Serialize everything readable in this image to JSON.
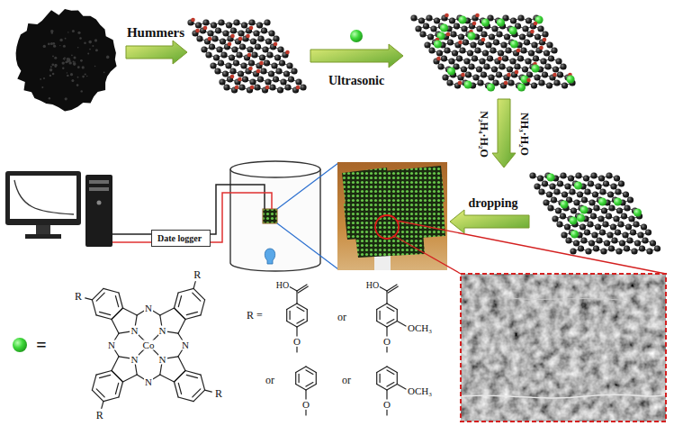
{
  "diagram": {
    "nodes": [
      {
        "text": [
          "Date logger"
        ]
      }
    ],
    "labels": [
      "Hummers",
      "Ultrasonic",
      "N₂H₄·H₂O",
      "NH₃·H₂O",
      "dropping",
      "=",
      "Co",
      "N",
      "N",
      "N",
      "N",
      "N",
      "N",
      "N",
      "N",
      "R",
      "R",
      "R",
      "R",
      "R =",
      "HO",
      "O",
      "or",
      "HO",
      "OCH₃",
      "O",
      "or",
      "O",
      "or",
      "OCH₃",
      "O"
    ]
  }
}
